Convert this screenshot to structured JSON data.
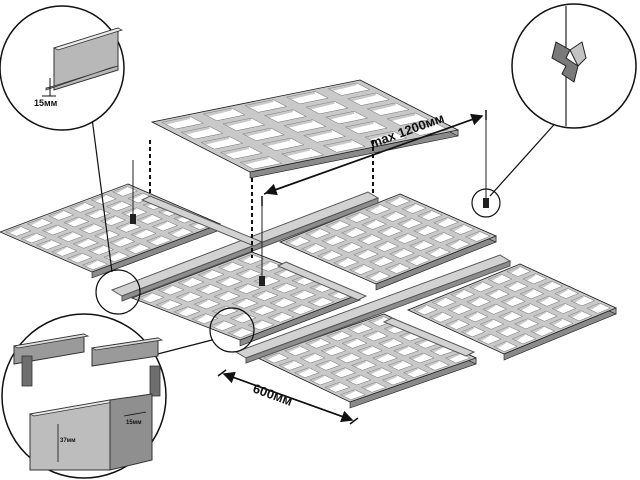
{
  "diagram": {
    "labels": {
      "max_length": "max 1200мм",
      "module_width": "600мм",
      "flange_width_top": "15мм",
      "flange_width_detail": "15мм",
      "profile_height": "37мм"
    },
    "colors": {
      "panel_face": "#c9c9c9",
      "panel_edge": "#8a8a8a",
      "cell_hole": "#ffffff",
      "profile_light": "#d8d8d8",
      "profile_dark": "#7c7c7c",
      "outline": "#1a1a1a"
    },
    "callouts": [
      {
        "name": "flange-detail-callout",
        "icon": "flange-profile-icon"
      },
      {
        "name": "hanger-clip-callout",
        "icon": "hanger-clip-icon"
      },
      {
        "name": "joint-detail-callout",
        "icon": "profile-joint-icon"
      }
    ]
  }
}
